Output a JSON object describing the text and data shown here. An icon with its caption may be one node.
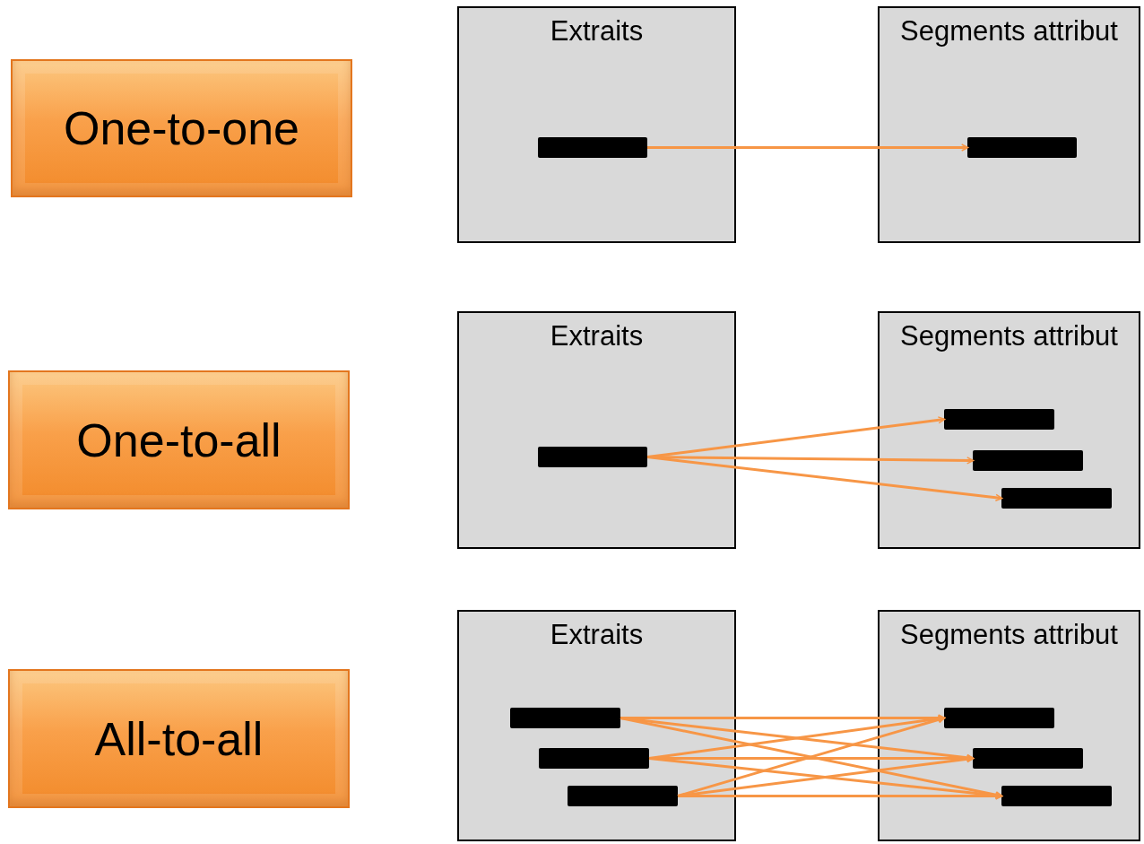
{
  "diagram": {
    "nodes": [
      {
        "text": [
          "One-to-one"
        ]
      },
      {
        "text": [
          "Extraits"
        ]
      },
      {
        "text": [],
        "shape": "bar",
        "in": 1
      },
      {
        "text": [
          "Segments attribut"
        ]
      },
      {
        "text": [],
        "shape": "bar",
        "in": 3
      },
      {
        "text": [
          "One-to-all"
        ]
      },
      {
        "text": [
          "Extraits"
        ]
      },
      {
        "text": [],
        "shape": "bar",
        "in": 6
      },
      {
        "text": [
          "Segments attribut"
        ]
      },
      {
        "text": [],
        "shape": "bar",
        "in": 8
      },
      {
        "text": [],
        "shape": "bar",
        "in": 8
      },
      {
        "text": [],
        "shape": "bar",
        "in": 8
      },
      {
        "text": [
          "All-to-all"
        ]
      },
      {
        "text": [
          "Extraits"
        ]
      },
      {
        "text": [],
        "shape": "bar",
        "in": 13
      },
      {
        "text": [],
        "shape": "bar",
        "in": 13
      },
      {
        "text": [],
        "shape": "bar",
        "in": 13
      },
      {
        "text": [
          "Segments attribut"
        ]
      },
      {
        "text": [],
        "shape": "bar",
        "in": 17
      },
      {
        "text": [],
        "shape": "bar",
        "in": 17
      },
      {
        "text": [],
        "shape": "bar",
        "in": 17
      }
    ],
    "edges": [
      {
        "from": 2,
        "to": 4,
        "arrow": "to"
      },
      {
        "from": 7,
        "to": 9,
        "arrow": "to"
      },
      {
        "from": 7,
        "to": 10,
        "arrow": "to"
      },
      {
        "from": 7,
        "to": 11,
        "arrow": "to"
      },
      {
        "from": 14,
        "to": 18,
        "arrow": "to"
      },
      {
        "from": 14,
        "to": 19,
        "arrow": "to"
      },
      {
        "from": 14,
        "to": 20,
        "arrow": "to"
      },
      {
        "from": 15,
        "to": 18,
        "arrow": "to"
      },
      {
        "from": 15,
        "to": 19,
        "arrow": "to"
      },
      {
        "from": 15,
        "to": 20,
        "arrow": "to"
      },
      {
        "from": 16,
        "to": 18,
        "arrow": "to"
      },
      {
        "from": 16,
        "to": 19,
        "arrow": "to"
      },
      {
        "from": 16,
        "to": 20,
        "arrow": "to"
      }
    ]
  }
}
